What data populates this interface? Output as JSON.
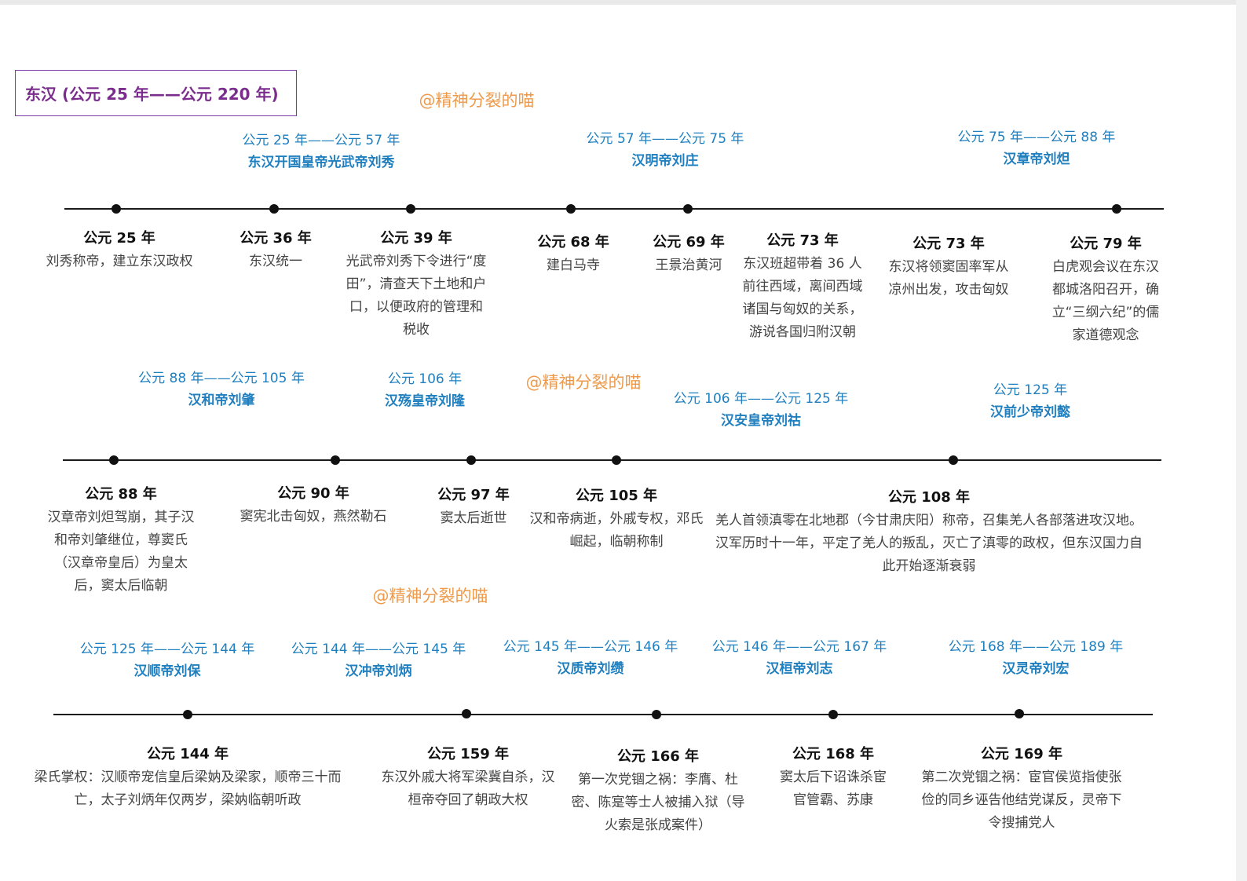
{
  "title": "东汉 (公元 25 年——公元 220 年)",
  "watermark": "@精神分裂的喵",
  "colors": {
    "title": "#7b2d8e",
    "reign": "#1f7fbf",
    "watermark": "#ee9a4a"
  },
  "rows": [
    {
      "reigns": [
        {
          "period": "公元 25 年——公元 57 年",
          "name": "东汉开国皇帝光武帝刘秀"
        },
        {
          "period": "公元 57 年——公元 75 年",
          "name": "汉明帝刘庄"
        },
        {
          "period": "公元 75 年——公元 88 年",
          "name": "汉章帝刘炟"
        }
      ],
      "events": [
        {
          "year": "公元 25 年",
          "desc": "刘秀称帝，建立东汉政权"
        },
        {
          "year": "公元 36 年",
          "desc": "东汉统一"
        },
        {
          "year": "公元 39 年",
          "desc": "光武帝刘秀下令进行“度田”，清查天下土地和户口，以便政府的管理和税收"
        },
        {
          "year": "公元 68 年",
          "desc": "建白马寺"
        },
        {
          "year": "公元 69 年",
          "desc": "王景治黄河"
        },
        {
          "year": "公元 73 年",
          "desc": "东汉班超带着 36 人前往西域，离间西域诸国与匈奴的关系，游说各国归附汉朝"
        },
        {
          "year": "公元 73 年",
          "desc": "东汉将领窦固率军从凉州出发，攻击匈奴"
        },
        {
          "year": "公元 79 年",
          "desc": "白虎观会议在东汉都城洛阳召开，确立“三纲六纪”的儒家道德观念"
        }
      ]
    },
    {
      "reigns": [
        {
          "period": "公元 88 年——公元 105 年",
          "name": "汉和帝刘肇"
        },
        {
          "period": "公元 106 年",
          "name": "汉殇皇帝刘隆"
        },
        {
          "period": "公元 106 年——公元 125 年",
          "name": "汉安皇帝刘祜"
        },
        {
          "period": "公元 125 年",
          "name": "汉前少帝刘懿"
        }
      ],
      "events": [
        {
          "year": "公元 88 年",
          "desc": "汉章帝刘炟驾崩，其子汉和帝刘肇继位，尊窦氏（汉章帝皇后）为皇太后，窦太后临朝"
        },
        {
          "year": "公元 90 年",
          "desc": "窦宪北击匈奴，燕然勒石"
        },
        {
          "year": "公元 97 年",
          "desc": "窦太后逝世"
        },
        {
          "year": "公元 105 年",
          "desc": "汉和帝病逝，外戚专权，邓氏崛起，临朝称制"
        },
        {
          "year": "公元 108 年",
          "desc": "羌人首领滇零在北地郡（今甘肃庆阳）称帝，召集羌人各部落进攻汉地。汉军历时十一年，平定了羌人的叛乱，灭亡了滇零的政权，但东汉国力自此开始逐渐衰弱"
        }
      ]
    },
    {
      "reigns": [
        {
          "period": "公元 125 年——公元 144 年",
          "name": "汉顺帝刘保"
        },
        {
          "period": "公元 144 年——公元 145 年",
          "name": "汉冲帝刘炳"
        },
        {
          "period": "公元 145 年——公元 146 年",
          "name": "汉质帝刘缵"
        },
        {
          "period": "公元 146 年——公元 167 年",
          "name": "汉桓帝刘志"
        },
        {
          "period": "公元 168 年——公元 189 年",
          "name": "汉灵帝刘宏"
        }
      ],
      "events": [
        {
          "year": "公元 144 年",
          "desc": "梁氏掌权：汉顺帝宠信皇后梁妠及梁家，顺帝三十而亡，太子刘炳年仅两岁，梁妠临朝听政"
        },
        {
          "year": "公元 159 年",
          "desc": "东汉外戚大将军梁冀自杀，汉桓帝夺回了朝政大权"
        },
        {
          "year": "公元 166 年",
          "desc": "第一次党锢之祸：李膺、杜密、陈寔等士人被捕入狱（导火索是张成案件）"
        },
        {
          "year": "公元 168 年",
          "desc": "窦太后下诏诛杀宦官管霸、苏康"
        },
        {
          "year": "公元 169 年",
          "desc": "第二次党锢之祸：宦官侯览指使张俭的同乡诬告他结党谋反，灵帝下令搜捕党人"
        }
      ]
    }
  ]
}
